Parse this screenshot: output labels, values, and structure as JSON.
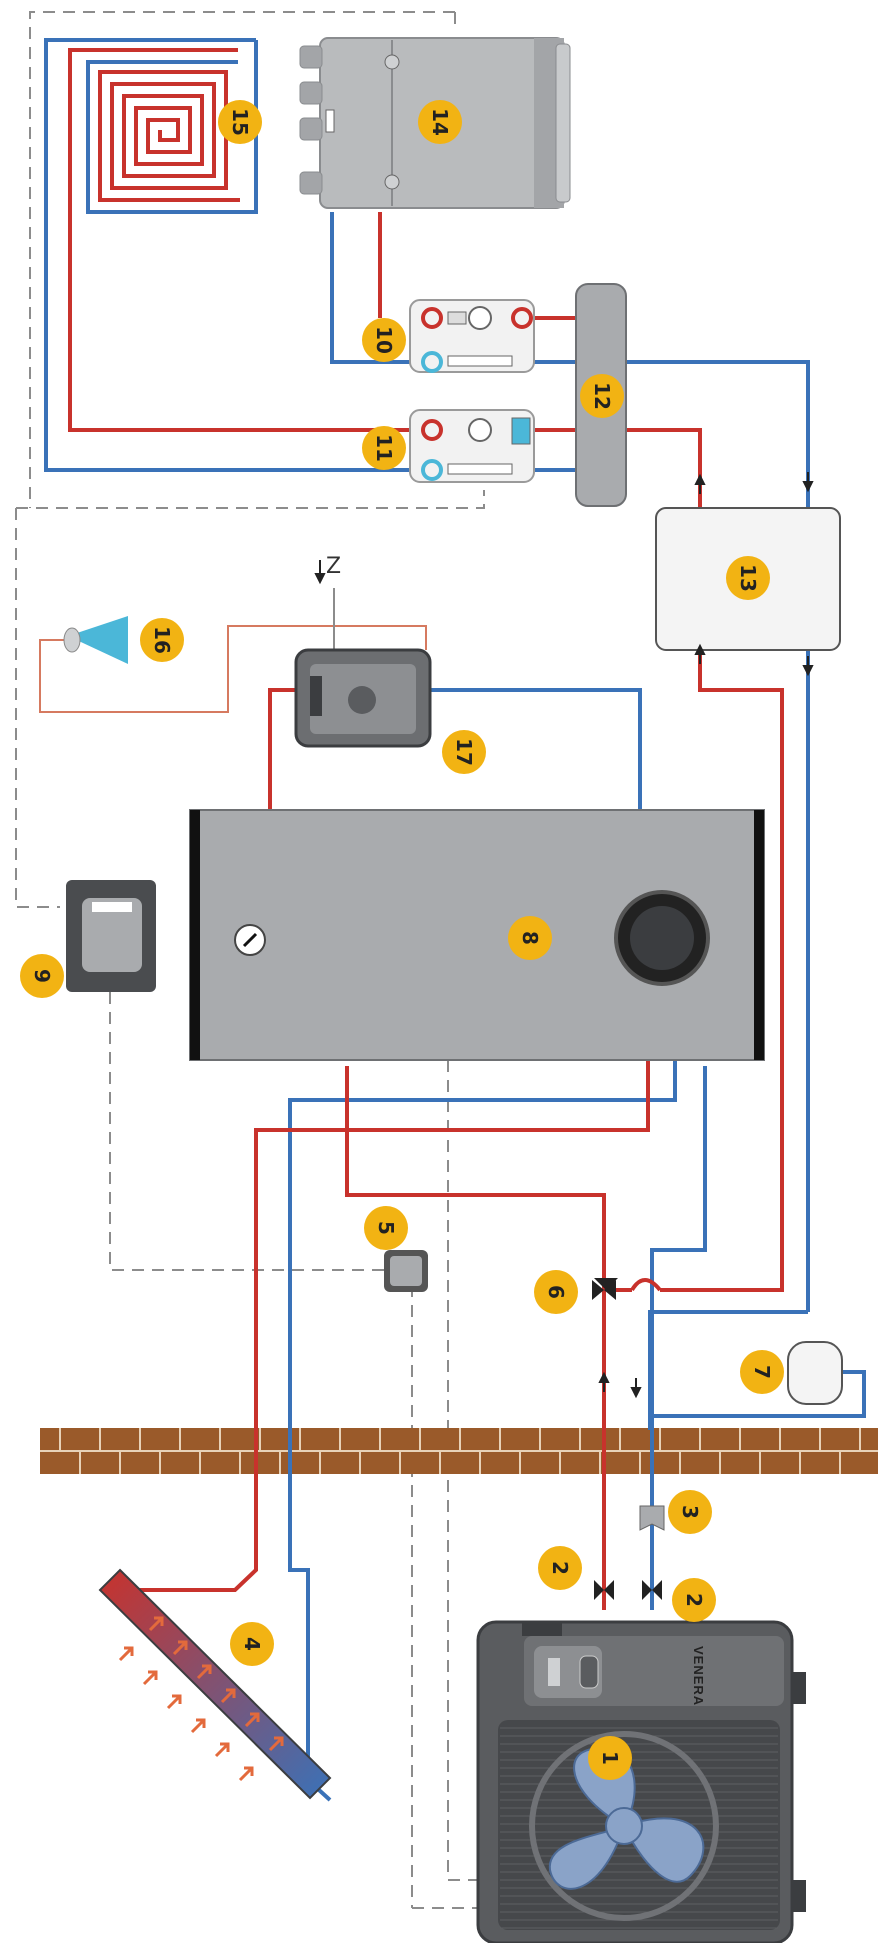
{
  "colors": {
    "hot_pipe": "#c8322c",
    "cold_pipe": "#3a72b8",
    "signal_line": "#8c8c8c",
    "badge": "#f2b313",
    "unit_body": "#a9abae",
    "unit_dark": "#3b3d40",
    "wall": "#9a5a2a"
  },
  "badges": [
    {
      "label": "1"
    },
    {
      "label": "2"
    },
    {
      "label": "2"
    },
    {
      "label": "3"
    },
    {
      "label": "4"
    },
    {
      "label": "5"
    },
    {
      "label": "6"
    },
    {
      "label": "7"
    },
    {
      "label": "8"
    },
    {
      "label": "9"
    },
    {
      "label": "10"
    },
    {
      "label": "11"
    },
    {
      "label": "12"
    },
    {
      "label": "13"
    },
    {
      "label": "14"
    },
    {
      "label": "15"
    },
    {
      "label": "16"
    },
    {
      "label": "17"
    }
  ],
  "labels": {
    "brand": "VENERA",
    "cold_water_inlet": "Z"
  },
  "icons": {
    "heat_pump": "outdoor-heat-pump-icon",
    "solar": "solar-collector-icon",
    "tank": "water-tank-icon",
    "fan": "fan-icon",
    "floor_heating": "floor-heating-spiral-icon",
    "radiator": "radiator-icon"
  }
}
